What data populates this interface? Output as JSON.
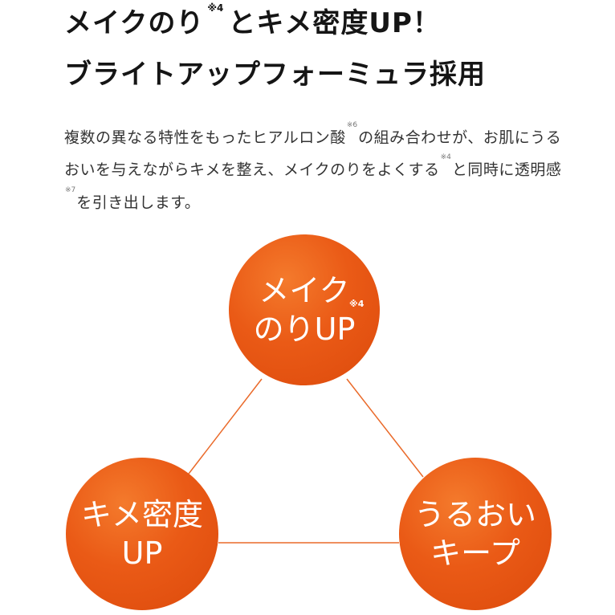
{
  "headline": {
    "line1_a": "メイクのり",
    "line1_note": "※4",
    "line1_b": "とキメ密度UP！",
    "line2": "ブライトアップフォーミュラ採用"
  },
  "description": {
    "part1": "複数の異なる特性をもったヒアルロン酸",
    "note1": "※6",
    "part2": "の組み合わせが、お肌にうるおいを与えながらキメを整え、メイクのりをよくする",
    "note2": "※4",
    "part3": "と同時に透明感",
    "note3": "※7",
    "part4": "を引き出します。"
  },
  "diagram": {
    "top": {
      "line1": "メイク",
      "line2": "のりUP",
      "note": "※4"
    },
    "left": {
      "line1": "キメ密度",
      "line2": "UP"
    },
    "right": {
      "line1": "うるおい",
      "line2": "キープ"
    }
  },
  "colors": {
    "circle": "#ea5a16",
    "connector": "#ea6a2a"
  }
}
